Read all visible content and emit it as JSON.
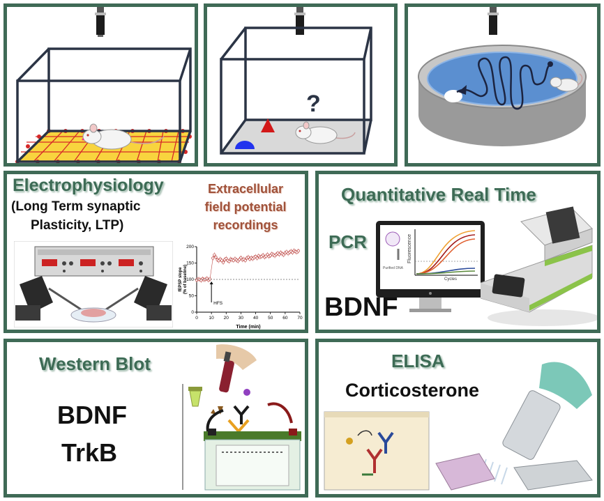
{
  "electrophysiology": {
    "title": "Electrophysiology",
    "subtitle_line1": "(Long Term synaptic",
    "subtitle_line2": "Plasticity, LTP)",
    "recording_line1": "Extracellular",
    "recording_line2": "field potential",
    "recording_line3": "recordings"
  },
  "pcr": {
    "title": "Quantitative Real Time",
    "label": "PCR",
    "target": "BDNF",
    "screen_sample_label": "Purified DNA",
    "screen_y_label": "Fluorescence",
    "screen_x_label": "Cycles"
  },
  "western_blot": {
    "title": "Western Blot",
    "target1": "BDNF",
    "target2": "TrkB"
  },
  "elisa": {
    "title": "ELISA",
    "target": "Corticosterone"
  },
  "novel_object": {
    "question_mark": "?"
  },
  "chart_data": {
    "type": "scatter",
    "xlabel": "Time (min)",
    "ylabel_line1": "fEPSP slope",
    "ylabel_line2": "(% of baseline)",
    "xlim": [
      0,
      70
    ],
    "ylim": [
      0,
      200
    ],
    "x_ticks": [
      "0",
      "10",
      "20",
      "30",
      "40",
      "50",
      "60",
      "70"
    ],
    "y_ticks": [
      "0",
      "50",
      "100",
      "150",
      "200"
    ],
    "annotation": "HFS",
    "annotation_x": 10,
    "baseline_y": 100,
    "x": [
      0,
      1,
      2,
      3,
      4,
      5,
      6,
      7,
      8,
      9,
      11,
      12,
      13,
      14,
      15,
      16,
      17,
      18,
      19,
      20,
      21,
      22,
      23,
      24,
      25,
      26,
      27,
      28,
      29,
      30,
      31,
      32,
      33,
      34,
      35,
      36,
      37,
      38,
      39,
      40,
      41,
      42,
      43,
      44,
      45,
      46,
      47,
      48,
      49,
      50,
      51,
      52,
      53,
      54,
      55,
      56,
      57,
      58,
      59,
      60,
      61,
      62,
      63,
      64,
      65,
      66,
      67,
      68,
      69
    ],
    "y": [
      98,
      101,
      100,
      97,
      102,
      99,
      100,
      103,
      98,
      101,
      165,
      175,
      168,
      160,
      157,
      162,
      158,
      152,
      160,
      164,
      158,
      155,
      162,
      160,
      158,
      163,
      159,
      156,
      161,
      166,
      160,
      162,
      158,
      165,
      168,
      162,
      166,
      163,
      167,
      170,
      165,
      172,
      168,
      170,
      174,
      168,
      171,
      176,
      170,
      173,
      178,
      175,
      172,
      177,
      180,
      176,
      182,
      178,
      175,
      181,
      184,
      179,
      183,
      186,
      182,
      188,
      185,
      183,
      187
    ]
  },
  "colors": {
    "panel_border": "#3f6a56",
    "title_green": "#3d6b55",
    "recording_brown": "#a0523a",
    "data_red": "#c0504d",
    "grid_yellow": "#f5c518",
    "grid_red_dot": "#d62828",
    "arena_frame": "#2b3445",
    "water_blue": "#5b8fd0"
  }
}
